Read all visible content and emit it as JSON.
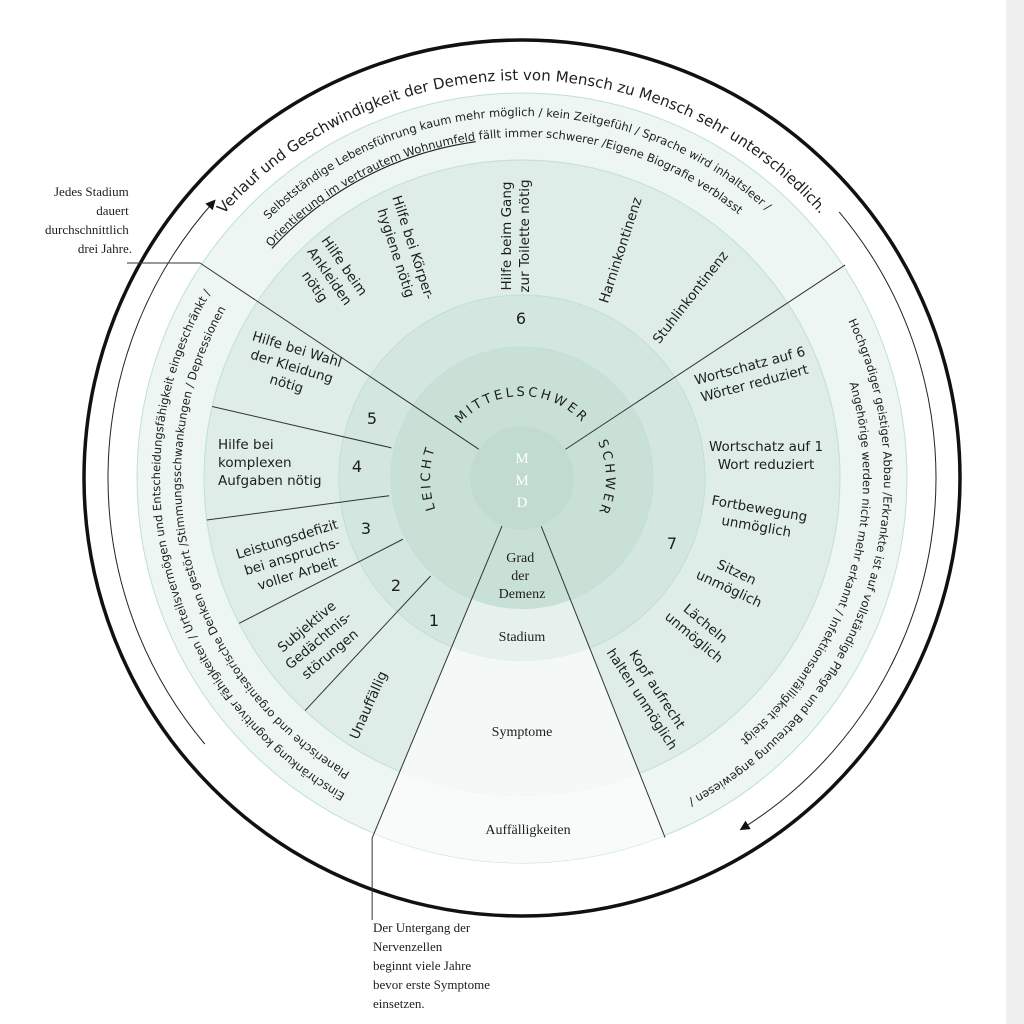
{
  "outer_caption": "Verlauf und Geschwindigkeit der Demenz ist von Mensch zu Mensch sehr unterschiedlich.",
  "annotations": {
    "stage_duration": [
      "Jedes Stadium",
      "dauert",
      "durchschnittlich",
      "drei Jahre."
    ],
    "neuron_loss": [
      "Der Untergang der",
      "Nervenzellen",
      "beginnt viele Jahre",
      "bevor erste Symptome",
      "einsetzen."
    ]
  },
  "center_label": [
    "M",
    "M",
    "D"
  ],
  "ring_labels": {
    "grade": [
      "Grad",
      "der",
      "Demenz"
    ],
    "stage": "Stadium",
    "symptoms": "Symptome",
    "abnormalities": "Auffälligkeiten"
  },
  "grades": {
    "mild": "LEICHT",
    "moderate": "MITTELSCHWER",
    "severe": "SCHWER"
  },
  "stages": [
    "1",
    "2",
    "3",
    "4",
    "5",
    "6",
    "7"
  ],
  "symptoms": [
    {
      "stage": "1",
      "lines": [
        "Unauffällig"
      ]
    },
    {
      "stage": "2",
      "lines": [
        "Subjektive",
        "Gedächtnis-",
        "störungen"
      ]
    },
    {
      "stage": "3",
      "lines": [
        "Leistungsdefizit",
        "bei anspruchs-",
        "voller Arbeit"
      ]
    },
    {
      "stage": "4",
      "lines": [
        "Hilfe bei",
        "komplexen",
        "Aufgaben nötig"
      ]
    },
    {
      "stage": "5",
      "lines": [
        "Hilfe bei Wahl",
        "der Kleidung",
        "nötig"
      ]
    },
    {
      "stage": "6",
      "lines": [
        "Hilfe beim",
        "Ankleiden",
        "nötig"
      ]
    },
    {
      "stage": "6",
      "lines": [
        "Hilfe bei Körper-",
        "hygiene nötig"
      ]
    },
    {
      "stage": "6",
      "lines": [
        "Hilfe beim Gang",
        "zur Toilette nötig"
      ]
    },
    {
      "stage": "6",
      "lines": [
        "Harninkontinenz"
      ]
    },
    {
      "stage": "6",
      "lines": [
        "Stuhlinkontinenz"
      ]
    },
    {
      "stage": "7",
      "lines": [
        "Wortschatz auf 6",
        "Wörter reduziert"
      ]
    },
    {
      "stage": "7",
      "lines": [
        "Wortschatz auf 1",
        "Wort reduziert"
      ]
    },
    {
      "stage": "7",
      "lines": [
        "Fortbewegung",
        "unmöglich"
      ]
    },
    {
      "stage": "7",
      "lines": [
        "Sitzen",
        "unmöglich"
      ]
    },
    {
      "stage": "7",
      "lines": [
        "Lächeln",
        "unmöglich"
      ]
    },
    {
      "stage": "7",
      "lines": [
        "Kopf aufrecht",
        "halten unmöglich"
      ]
    }
  ],
  "abnormalities": {
    "mild": {
      "line1": "Einschränkung kognitiver Fähigkeiten / Urteilsvermögen und Entscheidungsfähigkeit eingeschränkt /",
      "line2": "Planerische und organisatorische Denken gestört /Stimmungsschwankungen / Depressionen"
    },
    "moderate": {
      "line1": "Selbstständige Lebensführung kaum mehr möglich / kein Zeitgefühl / Sprache wird inhaltsleer /",
      "line2_underlined": "Orientierung im vertrautem Wohnumfeld",
      "line2_rest": " fällt immer schwerer /Eigene Biografie verblasst"
    },
    "severe": {
      "line1": "Hochgradiger geistiger Abbau /Erkrankte ist auf vollständige Pflege und Betreuung angewiesen /",
      "line2": "Angehörige werden nicht mehr erkannt / Infektionsanfälligkeit steigt"
    }
  },
  "colors": {
    "ring_abnormalities": "#eef6f3",
    "ring_symptoms": "#deede7",
    "ring_stage": "#d3e6df",
    "ring_grade": "#c9e0d7",
    "center": "#c2dbd1",
    "ring_stroke": "#bfe0d8"
  }
}
